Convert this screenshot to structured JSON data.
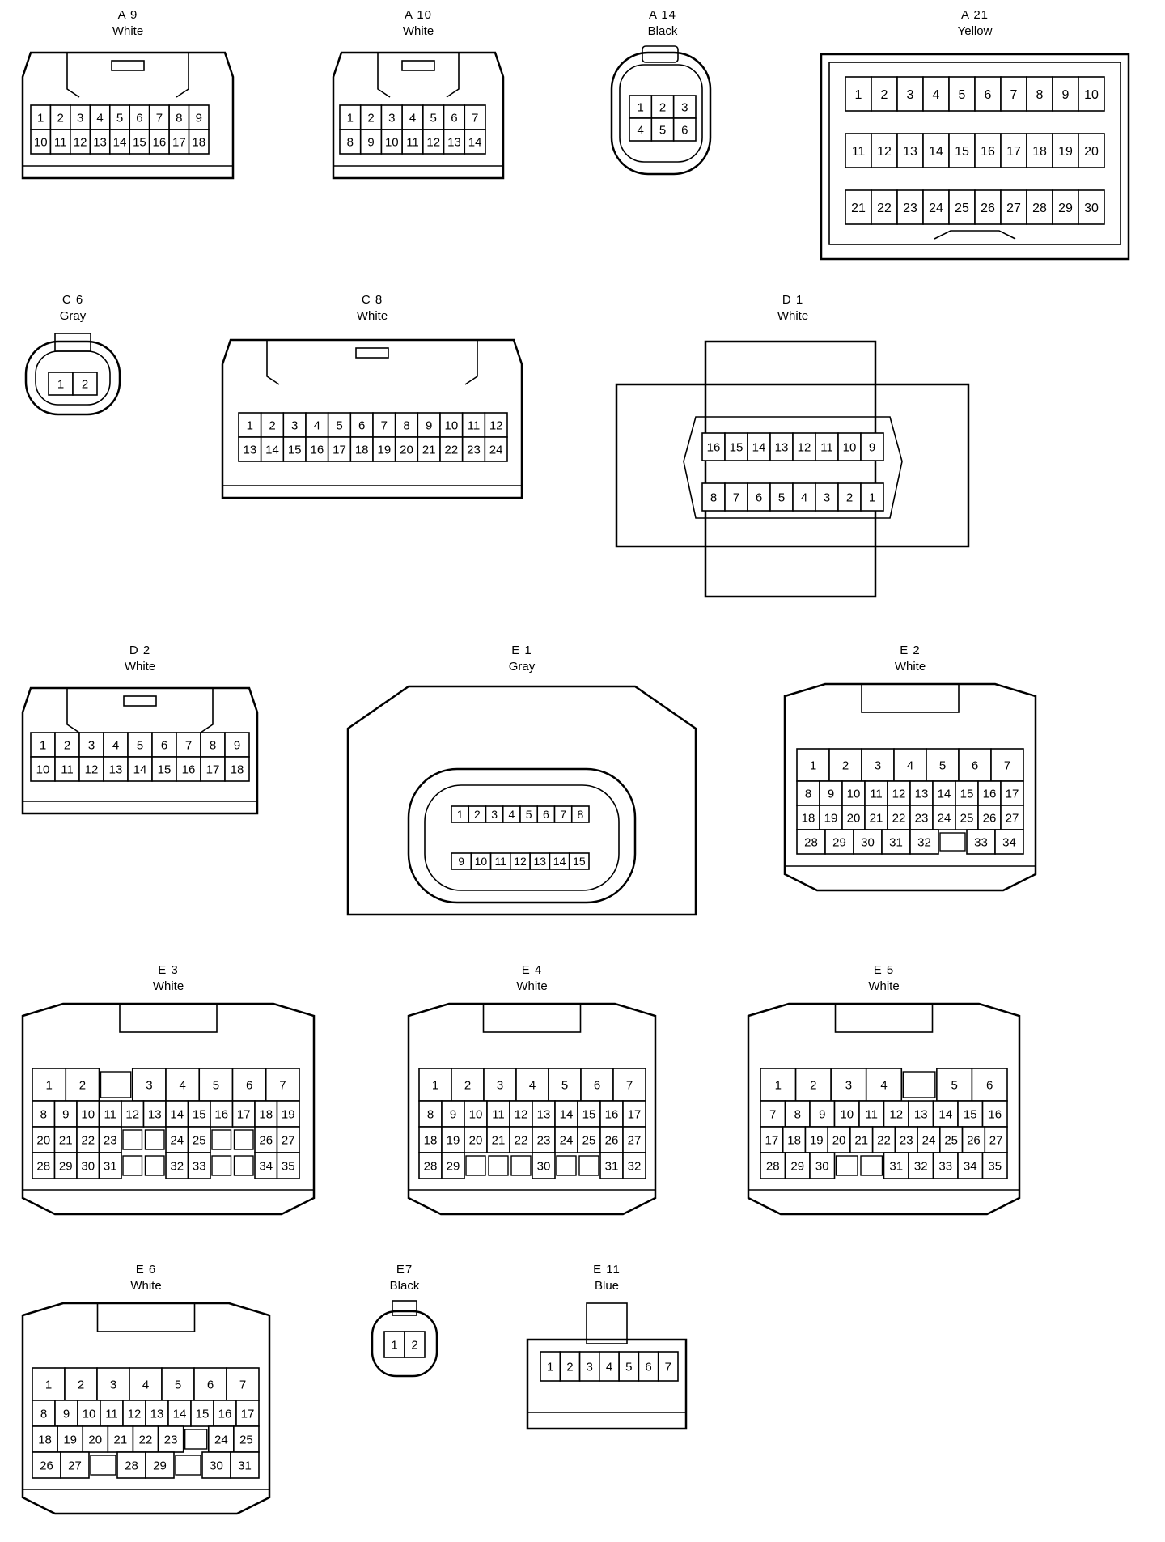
{
  "connectors": [
    {
      "key": "A9",
      "id": "A 9",
      "color": "White",
      "rows": [
        [
          "1",
          "2",
          "3",
          "4",
          "5",
          "6",
          "7",
          "8",
          "9"
        ],
        [
          "10",
          "11",
          "12",
          "13",
          "14",
          "15",
          "16",
          "17",
          "18"
        ]
      ]
    },
    {
      "key": "A10",
      "id": "A 10",
      "color": "White",
      "rows": [
        [
          "1",
          "2",
          "3",
          "4",
          "5",
          "6",
          "7"
        ],
        [
          "8",
          "9",
          "10",
          "11",
          "12",
          "13",
          "14"
        ]
      ]
    },
    {
      "key": "A14",
      "id": "A 14",
      "color": "Black",
      "rows": [
        [
          "1",
          "2",
          "3"
        ],
        [
          "4",
          "5",
          "6"
        ]
      ]
    },
    {
      "key": "A21",
      "id": "A 21",
      "color": "Yellow",
      "rows": [
        [
          "1",
          "2",
          "3",
          "4",
          "5",
          "6",
          "7",
          "8",
          "9",
          "10"
        ],
        [
          "11",
          "12",
          "13",
          "14",
          "15",
          "16",
          "17",
          "18",
          "19",
          "20"
        ],
        [
          "21",
          "22",
          "23",
          "24",
          "25",
          "26",
          "27",
          "28",
          "29",
          "30"
        ]
      ]
    },
    {
      "key": "C6",
      "id": "C 6",
      "color": "Gray",
      "rows": [
        [
          "1",
          "2"
        ]
      ]
    },
    {
      "key": "C8",
      "id": "C 8",
      "color": "White",
      "rows": [
        [
          "1",
          "2",
          "3",
          "4",
          "5",
          "6",
          "7",
          "8",
          "9",
          "10",
          "11",
          "12"
        ],
        [
          "13",
          "14",
          "15",
          "16",
          "17",
          "18",
          "19",
          "20",
          "21",
          "22",
          "23",
          "24"
        ]
      ]
    },
    {
      "key": "D1",
      "id": "D 1",
      "color": "White",
      "rows": [
        [
          "16",
          "15",
          "14",
          "13",
          "12",
          "11",
          "10",
          "9"
        ],
        [
          "8",
          "7",
          "6",
          "5",
          "4",
          "3",
          "2",
          "1"
        ]
      ]
    },
    {
      "key": "D2",
      "id": "D 2",
      "color": "White",
      "rows": [
        [
          "1",
          "2",
          "3",
          "4",
          "5",
          "6",
          "7",
          "8",
          "9"
        ],
        [
          "10",
          "11",
          "12",
          "13",
          "14",
          "15",
          "16",
          "17",
          "18"
        ]
      ]
    },
    {
      "key": "E1",
      "id": "E 1",
      "color": "Gray",
      "rows": [
        [
          "1",
          "2",
          "3",
          "4",
          "5",
          "6",
          "7",
          "8"
        ],
        [
          "9",
          "10",
          "11",
          "12",
          "13",
          "14",
          "15"
        ]
      ]
    },
    {
      "key": "E2",
      "id": "E 2",
      "color": "White",
      "rows": [
        [
          "1",
          "2",
          "3",
          "4",
          "5",
          "6",
          "7"
        ],
        [
          "8",
          "9",
          "10",
          "11",
          "12",
          "13",
          "14",
          "15",
          "16",
          "17"
        ],
        [
          "18",
          "19",
          "20",
          "21",
          "22",
          "23",
          "24",
          "25",
          "26",
          "27"
        ],
        [
          "28",
          "29",
          "30",
          "31",
          "32",
          "",
          "33",
          "34"
        ]
      ]
    },
    {
      "key": "E3",
      "id": "E 3",
      "color": "White",
      "rows": [
        [
          "1",
          "2",
          "",
          "3",
          "4",
          "5",
          "6",
          "7"
        ],
        [
          "8",
          "9",
          "10",
          "11",
          "12",
          "13",
          "14",
          "15",
          "16",
          "17",
          "18",
          "19"
        ],
        [
          "20",
          "21",
          "22",
          "23",
          "",
          "",
          "24",
          "25",
          "",
          "",
          "26",
          "27"
        ],
        [
          "28",
          "29",
          "30",
          "31",
          "",
          "",
          "32",
          "33",
          "",
          "",
          "34",
          "35"
        ]
      ]
    },
    {
      "key": "E4",
      "id": "E 4",
      "color": "White",
      "rows": [
        [
          "1",
          "2",
          "3",
          "4",
          "5",
          "6",
          "7"
        ],
        [
          "8",
          "9",
          "10",
          "11",
          "12",
          "13",
          "14",
          "15",
          "16",
          "17"
        ],
        [
          "18",
          "19",
          "20",
          "21",
          "22",
          "23",
          "24",
          "25",
          "26",
          "27"
        ],
        [
          "28",
          "29",
          "",
          "",
          "",
          "30",
          "",
          "",
          "31",
          "32"
        ]
      ]
    },
    {
      "key": "E5",
      "id": "E 5",
      "color": "White",
      "rows": [
        [
          "1",
          "2",
          "3",
          "4",
          "",
          "5",
          "6"
        ],
        [
          "7",
          "8",
          "9",
          "10",
          "11",
          "12",
          "13",
          "14",
          "15",
          "16"
        ],
        [
          "17",
          "18",
          "19",
          "20",
          "21",
          "22",
          "23",
          "24",
          "25",
          "26",
          "27"
        ],
        [
          "28",
          "29",
          "30",
          "",
          "",
          "31",
          "32",
          "33",
          "34",
          "35"
        ]
      ]
    },
    {
      "key": "E6",
      "id": "E 6",
      "color": "White",
      "rows": [
        [
          "1",
          "2",
          "3",
          "4",
          "5",
          "6",
          "7"
        ],
        [
          "8",
          "9",
          "10",
          "11",
          "12",
          "13",
          "14",
          "15",
          "16",
          "17"
        ],
        [
          "18",
          "19",
          "20",
          "21",
          "22",
          "23",
          "",
          "24",
          "25"
        ],
        [
          "26",
          "27",
          "",
          "28",
          "29",
          "",
          "30",
          "31"
        ]
      ]
    },
    {
      "key": "E7",
      "id": "E7",
      "color": "Black",
      "rows": [
        [
          "1",
          "2"
        ]
      ]
    },
    {
      "key": "E11",
      "id": "E 11",
      "color": "Blue",
      "rows": [
        [
          "1",
          "2",
          "3",
          "4",
          "5",
          "6",
          "7"
        ]
      ]
    }
  ]
}
